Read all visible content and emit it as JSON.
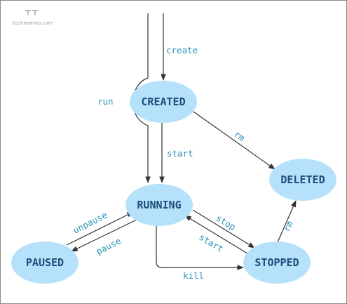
{
  "watermark": {
    "text": "techmormo.com"
  },
  "colors": {
    "node_fill": "#b5e1fb",
    "node_text": "#1c4f7a",
    "edge_label": "#2a93b7",
    "edge": "#333333"
  },
  "states": {
    "created": "CREATED",
    "running": "RUNNING",
    "paused": "PAUSED",
    "stopped": "STOPPED",
    "deleted": "DELETED"
  },
  "transitions": {
    "create": "create",
    "run": "run",
    "start_created": "start",
    "rm_created": "rm",
    "unpause": "unpause",
    "pause": "pause",
    "stop": "stop",
    "start_stopped": "start",
    "kill": "kill",
    "rm_stopped": "rm"
  }
}
